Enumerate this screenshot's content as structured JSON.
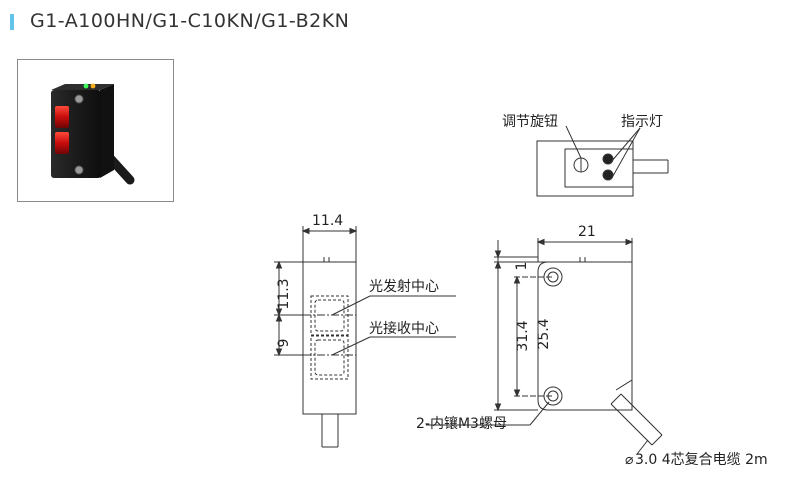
{
  "title": "G1-A100HN/G1-C10KN/G1-B2KN",
  "colors": {
    "accent": "#63c3e8",
    "line": "#333333",
    "lens": "#d81818"
  },
  "labels": {
    "adjust_knob": "调节旋钮",
    "indicator_light": "指示灯",
    "emitter_center": "光发射中心",
    "receiver_center": "光接收中心",
    "nut": "2-内镶M3螺母",
    "cable": "3.0 4芯复合电缆 2m",
    "diameter_symbol": "⌀"
  },
  "dimensions": {
    "width_front": "11.4",
    "width_side": "21",
    "top_offset": "1",
    "emitter_offset": "11.3",
    "receiver_offset": "9",
    "height_total": "31.4",
    "hole_spacing": "25.4"
  }
}
